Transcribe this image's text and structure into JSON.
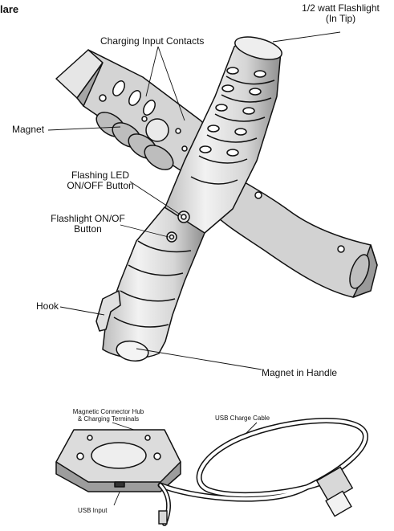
{
  "title_fragment": "lare",
  "labels": {
    "flashlight_tip": [
      "1/2 watt Flashlight",
      "(In Tip)"
    ],
    "charging_contacts": "Charging Input Contacts",
    "magnet": "Magnet",
    "flashing_led": [
      "Flashing LED",
      "ON/OFF Button"
    ],
    "flashlight_button": [
      "Flashlight ON/OF",
      "Button"
    ],
    "hook": "Hook",
    "magnet_handle": "Magnet in Handle",
    "hub": [
      "Magnetic Connector Hub",
      "& Charging Terminals"
    ],
    "usb_cable": "USB Charge Cable",
    "usb_input": "USB Input"
  },
  "colors": {
    "line": "#111111",
    "body": "#d9d9d9",
    "body_light": "#efefef",
    "body_dark": "#9a9a9a",
    "background": "#ffffff"
  }
}
